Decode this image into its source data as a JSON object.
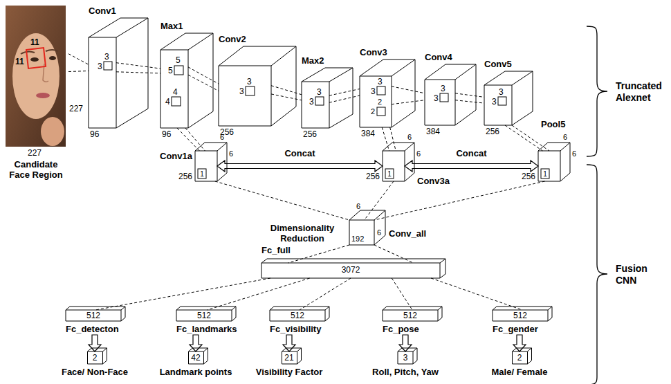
{
  "diagram": {
    "nodes": [
      {
        "text": [
          "Candidate Face Region"
        ]
      },
      {
        "text": [
          "Conv1",
          "96"
        ]
      },
      {
        "text": [
          "Max1",
          "96"
        ]
      },
      {
        "text": [
          "Conv2",
          "256"
        ]
      },
      {
        "text": [
          "Max2",
          "256"
        ]
      },
      {
        "text": [
          "Conv3",
          "384"
        ]
      },
      {
        "text": [
          "Conv4",
          "384"
        ]
      },
      {
        "text": [
          "Conv5",
          "256"
        ]
      },
      {
        "text": [
          "Conv1a",
          "256"
        ]
      },
      {
        "text": [
          "Conv3a",
          "256"
        ]
      },
      {
        "text": [
          "Pool5",
          "256"
        ]
      },
      {
        "text": [
          "Conv_all",
          "192"
        ]
      },
      {
        "text": [
          "Fc_full",
          "3072"
        ]
      },
      {
        "text": [
          "512",
          "Fc_detecton"
        ]
      },
      {
        "text": [
          "512",
          "Fc_landmarks"
        ]
      },
      {
        "text": [
          "512",
          "Fc_visibility"
        ]
      },
      {
        "text": [
          "512",
          "Fc_pose"
        ]
      },
      {
        "text": [
          "512",
          "Fc_gender"
        ]
      },
      {
        "text": [
          "2",
          "Face/ Non-Face"
        ]
      },
      {
        "text": [
          "42",
          "Landmark points"
        ]
      },
      {
        "text": [
          "21",
          "Visibility Factor"
        ]
      },
      {
        "text": [
          "3",
          "Roll, Pitch, Yaw"
        ]
      },
      {
        "text": [
          "2",
          "Male/ Female"
        ]
      }
    ],
    "edges": [
      {
        "from": 0,
        "to": 1,
        "arrow": "none"
      },
      {
        "from": 1,
        "to": 2,
        "arrow": "none"
      },
      {
        "from": 2,
        "to": 3,
        "arrow": "none"
      },
      {
        "from": 3,
        "to": 4,
        "arrow": "none"
      },
      {
        "from": 4,
        "to": 5,
        "arrow": "none"
      },
      {
        "from": 5,
        "to": 6,
        "arrow": "none"
      },
      {
        "from": 6,
        "to": 7,
        "arrow": "none"
      },
      {
        "from": 2,
        "to": 8,
        "arrow": "none"
      },
      {
        "from": 5,
        "to": 9,
        "arrow": "none"
      },
      {
        "from": 7,
        "to": 10,
        "arrow": "none"
      },
      {
        "from": 8,
        "to": 9,
        "label": "Concat",
        "arrow": "both"
      },
      {
        "from": 9,
        "to": 10,
        "label": "Concat",
        "arrow": "both"
      },
      {
        "from": 8,
        "to": 11,
        "arrow": "none"
      },
      {
        "from": 9,
        "to": 11,
        "arrow": "none"
      },
      {
        "from": 10,
        "to": 11,
        "arrow": "none"
      },
      {
        "from": 11,
        "to": 12,
        "arrow": "none"
      },
      {
        "from": 12,
        "to": 13,
        "arrow": "none"
      },
      {
        "from": 12,
        "to": 14,
        "arrow": "none"
      },
      {
        "from": 12,
        "to": 15,
        "arrow": "none"
      },
      {
        "from": 12,
        "to": 16,
        "arrow": "none"
      },
      {
        "from": 12,
        "to": 17,
        "arrow": "none"
      },
      {
        "from": 13,
        "to": 18,
        "arrow": "to"
      },
      {
        "from": 14,
        "to": 19,
        "arrow": "to"
      },
      {
        "from": 15,
        "to": 20,
        "arrow": "to"
      },
      {
        "from": 16,
        "to": 21,
        "arrow": "to"
      },
      {
        "from": 17,
        "to": 22,
        "arrow": "to"
      }
    ],
    "labels": [
      "11",
      "11",
      "227",
      "227",
      "3",
      "3",
      "5",
      "5",
      "4",
      "4",
      "3",
      "3",
      "3",
      "3",
      "3",
      "3",
      "2",
      "2",
      "3",
      "3",
      "3",
      "3",
      "6",
      "6",
      "1",
      "6",
      "6",
      "1",
      "6",
      "6",
      "1",
      "Dimensionality Reduction",
      "6",
      "6",
      "Truncated Alexnet",
      "Fusion CNN"
    ]
  }
}
